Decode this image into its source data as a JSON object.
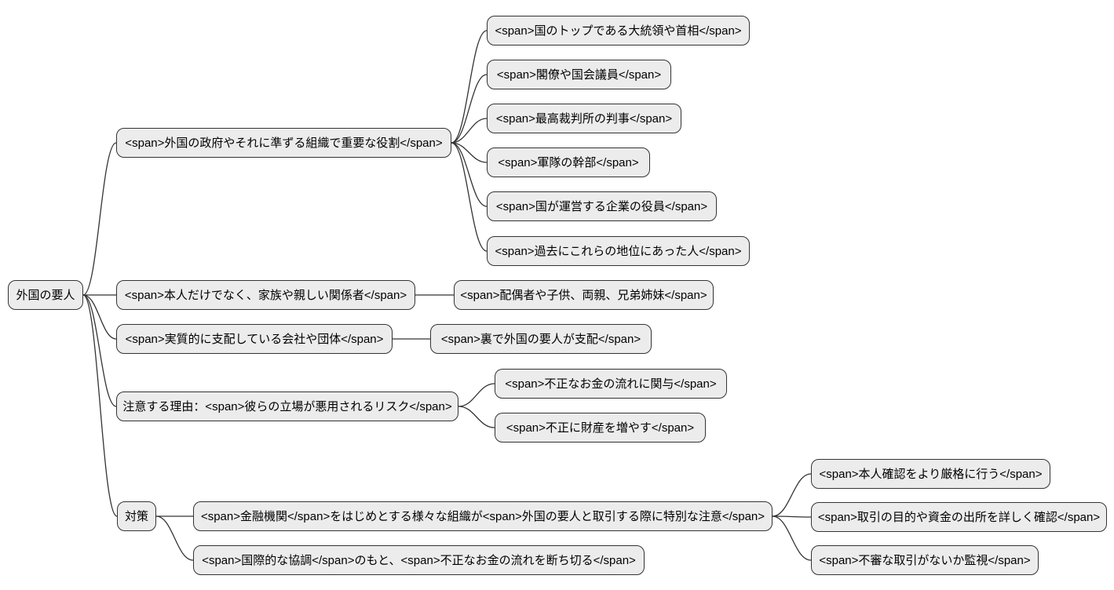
{
  "diagram": {
    "type": "mindmap-flowchart",
    "orientation": "left-to-right",
    "colors": {
      "background": "#ffffff",
      "node_fill": "#ececec",
      "node_border": "#333333",
      "edge_color": "#333333",
      "text_color": "#000000"
    },
    "nodes": {
      "root": {
        "label": "外国の要人"
      },
      "b1": {
        "label": "<span>外国の政府やそれに準ずる組織で重要な役割</span>"
      },
      "b1c1": {
        "label": "<span>国のトップである大統領や首相</span>"
      },
      "b1c2": {
        "label": "<span>閣僚や国会議員</span>"
      },
      "b1c3": {
        "label": "<span>最高裁判所の判事</span>"
      },
      "b1c4": {
        "label": "<span>軍隊の幹部</span>"
      },
      "b1c5": {
        "label": "<span>国が運営する企業の役員</span>"
      },
      "b1c6": {
        "label": "<span>過去にこれらの地位にあった人</span>"
      },
      "b2": {
        "label": "<span>本人だけでなく、家族や親しい関係者</span>"
      },
      "b2c1": {
        "label": "<span>配偶者や子供、両親、兄弟姉妹</span>"
      },
      "b3": {
        "label": "<span>実質的に支配している会社や団体</span>"
      },
      "b3c1": {
        "label": "<span>裏で外国の要人が支配</span>"
      },
      "b4": {
        "label": "注意する理由：<span>彼らの立場が悪用されるリスク</span>"
      },
      "b4c1": {
        "label": "<span>不正なお金の流れに関与</span>"
      },
      "b4c2": {
        "label": "<span>不正に財産を増やす</span>"
      },
      "b5": {
        "label": "対策"
      },
      "b5c1": {
        "label": "<span>金融機関</span>をはじめとする様々な組織が<span>外国の要人と取引する際に特別な注意</span>"
      },
      "b5c1a": {
        "label": "<span>本人確認をより厳格に行う</span>"
      },
      "b5c1b": {
        "label": "<span>取引の目的や資金の出所を詳しく確認</span>"
      },
      "b5c1c": {
        "label": "<span>不審な取引がないか監視</span>"
      },
      "b5c2": {
        "label": "<span>国際的な協調</span>のもと、<span>不正なお金の流れを断ち切る</span>"
      }
    },
    "edges": [
      [
        "root",
        "b1"
      ],
      [
        "root",
        "b2"
      ],
      [
        "root",
        "b3"
      ],
      [
        "root",
        "b4"
      ],
      [
        "root",
        "b5"
      ],
      [
        "b1",
        "b1c1"
      ],
      [
        "b1",
        "b1c2"
      ],
      [
        "b1",
        "b1c3"
      ],
      [
        "b1",
        "b1c4"
      ],
      [
        "b1",
        "b1c5"
      ],
      [
        "b1",
        "b1c6"
      ],
      [
        "b2",
        "b2c1"
      ],
      [
        "b3",
        "b3c1"
      ],
      [
        "b4",
        "b4c1"
      ],
      [
        "b4",
        "b4c2"
      ],
      [
        "b5",
        "b5c1"
      ],
      [
        "b5",
        "b5c2"
      ],
      [
        "b5c1",
        "b5c1a"
      ],
      [
        "b5c1",
        "b5c1b"
      ],
      [
        "b5c1",
        "b5c1c"
      ]
    ]
  }
}
